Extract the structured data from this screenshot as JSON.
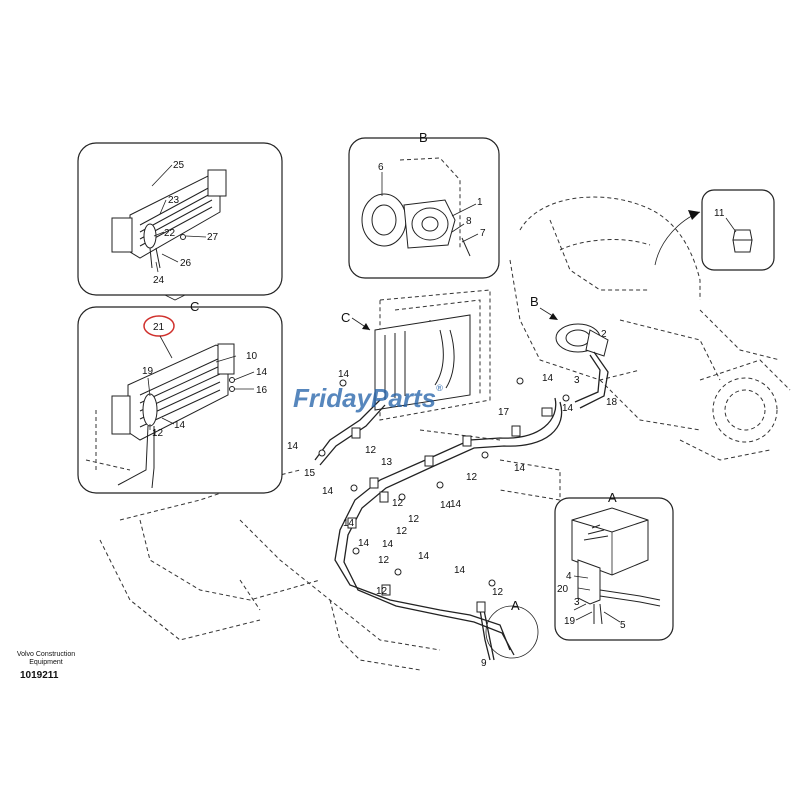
{
  "footer": {
    "maker_line1": "Volvo Construction",
    "maker_line2": "Equipment",
    "drawing_number": "1019211"
  },
  "watermark": {
    "text_part1": "Friday",
    "text_part2": "Parts",
    "registered_mark": "®"
  },
  "view_labels": {
    "a_main": "A",
    "a_detail": "A",
    "b_main": "B",
    "b_detail": "B",
    "c_main": "C",
    "c_detail": "C"
  },
  "detail_b_labels": [
    "6",
    "1",
    "8",
    "7"
  ],
  "detail_11_labels": [
    "11"
  ],
  "detail_top_left_labels": [
    "25",
    "23",
    "22",
    "27",
    "26",
    "24"
  ],
  "detail_c_labels": [
    "21",
    "10",
    "14",
    "16",
    "19",
    "12",
    "14"
  ],
  "detail_a_labels": [
    "4",
    "20",
    "3",
    "19",
    "5"
  ],
  "main_labels": [
    "14",
    "12",
    "14",
    "15",
    "13",
    "12",
    "17",
    "14",
    "14",
    "12",
    "14",
    "14",
    "12",
    "12",
    "14",
    "12",
    "14",
    "12",
    "14",
    "12",
    "9",
    "2",
    "3",
    "18",
    "14",
    "14",
    "14",
    "14"
  ],
  "colors": {
    "line": "#222222",
    "highlight_circle": "#d0312d",
    "watermark_blue": "#1f5fa8",
    "watermark_orange": "#f08a1c"
  }
}
